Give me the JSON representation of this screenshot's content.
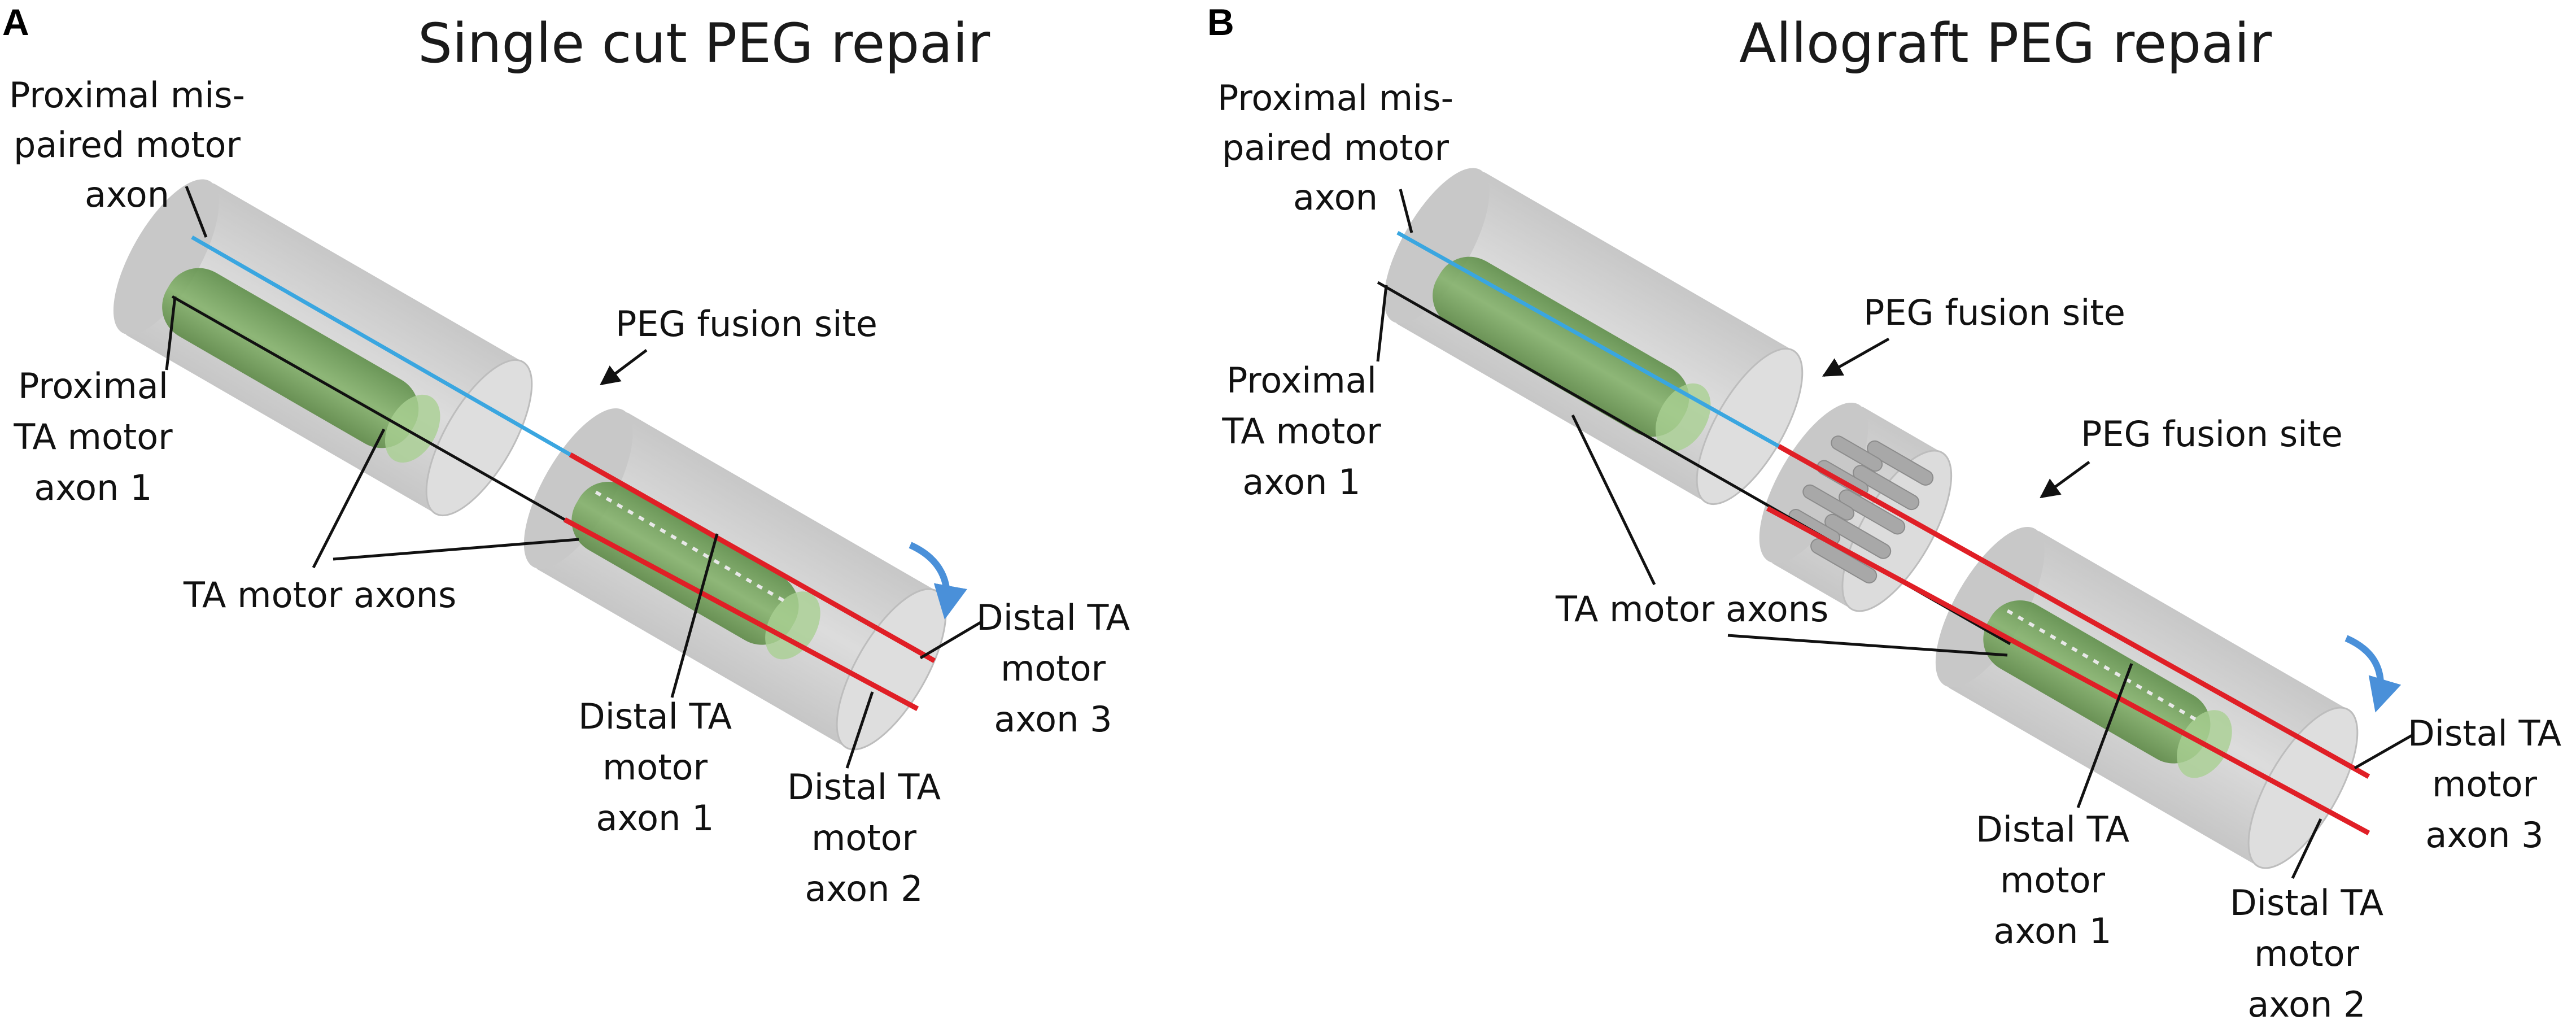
{
  "panels": {
    "a": {
      "letter": "A",
      "title": "Single cut PEG repair",
      "labels": {
        "proximal_mispaired": [
          "Proximal mis-",
          "paired motor",
          "axon"
        ],
        "proximal_ta_1": [
          "Proximal",
          "TA motor",
          "axon 1"
        ],
        "peg_site": [
          "PEG fusion site"
        ],
        "ta_motor_axons": [
          "TA motor  axons"
        ],
        "distal_ta_3": [
          "Distal TA",
          "motor",
          "axon 3"
        ],
        "distal_ta_1": [
          "Distal TA",
          "motor",
          "axon 1"
        ],
        "distal_ta_2": [
          "Distal TA",
          "motor",
          "axon 2"
        ]
      }
    },
    "b": {
      "letter": "B",
      "title": "Allograft PEG repair",
      "labels": {
        "proximal_mispaired": [
          "Proximal mis-",
          "paired motor",
          "axon"
        ],
        "proximal_ta_1": [
          "Proximal",
          "TA motor",
          "axon 1"
        ],
        "peg_site_1": [
          "PEG fusion site"
        ],
        "peg_site_2": [
          "PEG fusion site"
        ],
        "ta_motor_axons": [
          "TA motor  axons"
        ],
        "distal_ta_3": [
          "Distal TA",
          "motor",
          "axon 3"
        ],
        "distal_ta_1": [
          "Distal TA",
          "motor",
          "axon 1"
        ],
        "distal_ta_2": [
          "Distal TA",
          "motor",
          "axon 2"
        ]
      }
    }
  },
  "colors": {
    "nerve_gray": "#c4c4c4",
    "nerve_face": "#dedede",
    "fascicle_green": "#7aa862",
    "mispaired_axon_blue": "#3aa6e0",
    "ta_axon_red": "#e01f26",
    "ta_axon_black": "#111111",
    "rotation_arrow_blue": "#4a90d9"
  }
}
